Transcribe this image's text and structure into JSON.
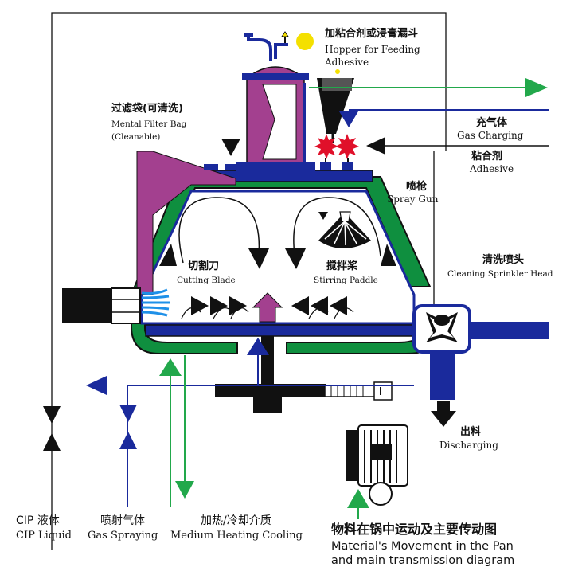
{
  "colors": {
    "vessel_green": "#0f8f3f",
    "vessel_blue": "#1a2a9c",
    "hopper_magenta": "#a3408f",
    "arrow_black": "#111111",
    "spray_red": "#e0102a",
    "steam_green": "#22a84b",
    "inlet_blue": "#1f2d9e",
    "bulb_yellow": "#f4e000",
    "nozzle_cyan": "#1e90e8"
  },
  "labels": {
    "hopper_zh": "加粘合剂或浸膏漏斗",
    "hopper_en_1": "Hopper for Feeding",
    "hopper_en_2": "Adhesive",
    "filter_zh": "过滤袋(可清洗)",
    "filter_en_1": "Mental Filter Bag",
    "filter_en_2": "(Cleanable)",
    "gas_charging_zh": "充气体",
    "gas_charging_en": "Gas Charging",
    "adhesive_zh": "粘合剂",
    "adhesive_en": "Adhesive",
    "spray_gun_zh": "喷枪",
    "spray_gun_en": "Spray Gun",
    "cutting_blade_zh": "切割刀",
    "cutting_blade_en": "Cutting Blade",
    "stirring_paddle_zh": "搅拌桨",
    "stirring_paddle_en": "Stirring Paddle",
    "sprinkler_zh": "清洗喷头",
    "sprinkler_en": "Cleaning Sprinkler Head",
    "discharging_zh": "出料",
    "discharging_en": "Discharging",
    "cip_zh": "CIP  液体",
    "cip_en": "CIP Liquid",
    "gas_spraying_zh": "喷射气体",
    "gas_spraying_en": "Gas Spraying",
    "heating_zh": "加热/冷却介质",
    "heating_en": "Medium Heating Cooling",
    "caption_zh": "物料在锅中运动及主要传动图",
    "caption_en_1": "Material's Movement in the Pan",
    "caption_en_2": "and main transmission diagram"
  }
}
